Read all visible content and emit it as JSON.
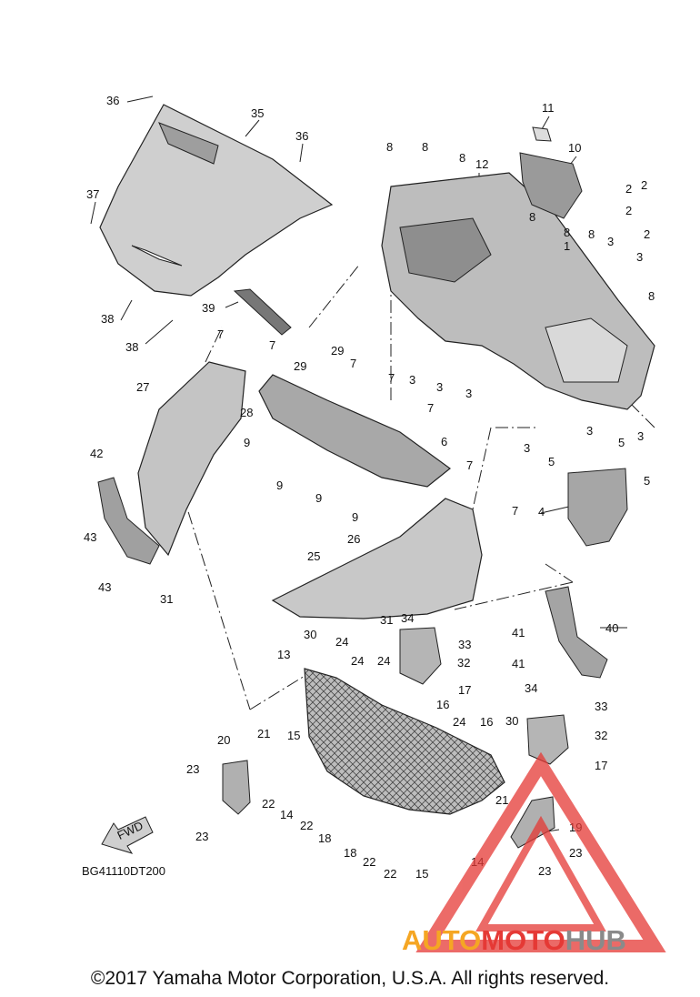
{
  "diagram_code": "BG41110DT200",
  "fwd_label": "FWD",
  "copyright": "©2017 Yamaha Motor Corporation, U.S.A. All rights reserved.",
  "watermark": {
    "part1": "AUTO",
    "part2": "MOTO",
    "part3": "HUB"
  },
  "colors": {
    "part_fill": "#c9c9c9",
    "line": "#222222",
    "watermark_red": "#e53935",
    "watermark_orange": "#f5a623",
    "watermark_gray": "#8a8a8a"
  },
  "callouts": [
    "1",
    "2",
    "3",
    "4",
    "5",
    "6",
    "7",
    "8",
    "9",
    "10",
    "11",
    "12",
    "13",
    "14",
    "15",
    "16",
    "17",
    "18",
    "19",
    "20",
    "21",
    "22",
    "23",
    "24",
    "25",
    "26",
    "27",
    "28",
    "29",
    "30",
    "31",
    "32",
    "33",
    "34",
    "35",
    "36",
    "37",
    "38",
    "39",
    "40",
    "41",
    "42",
    "43"
  ]
}
